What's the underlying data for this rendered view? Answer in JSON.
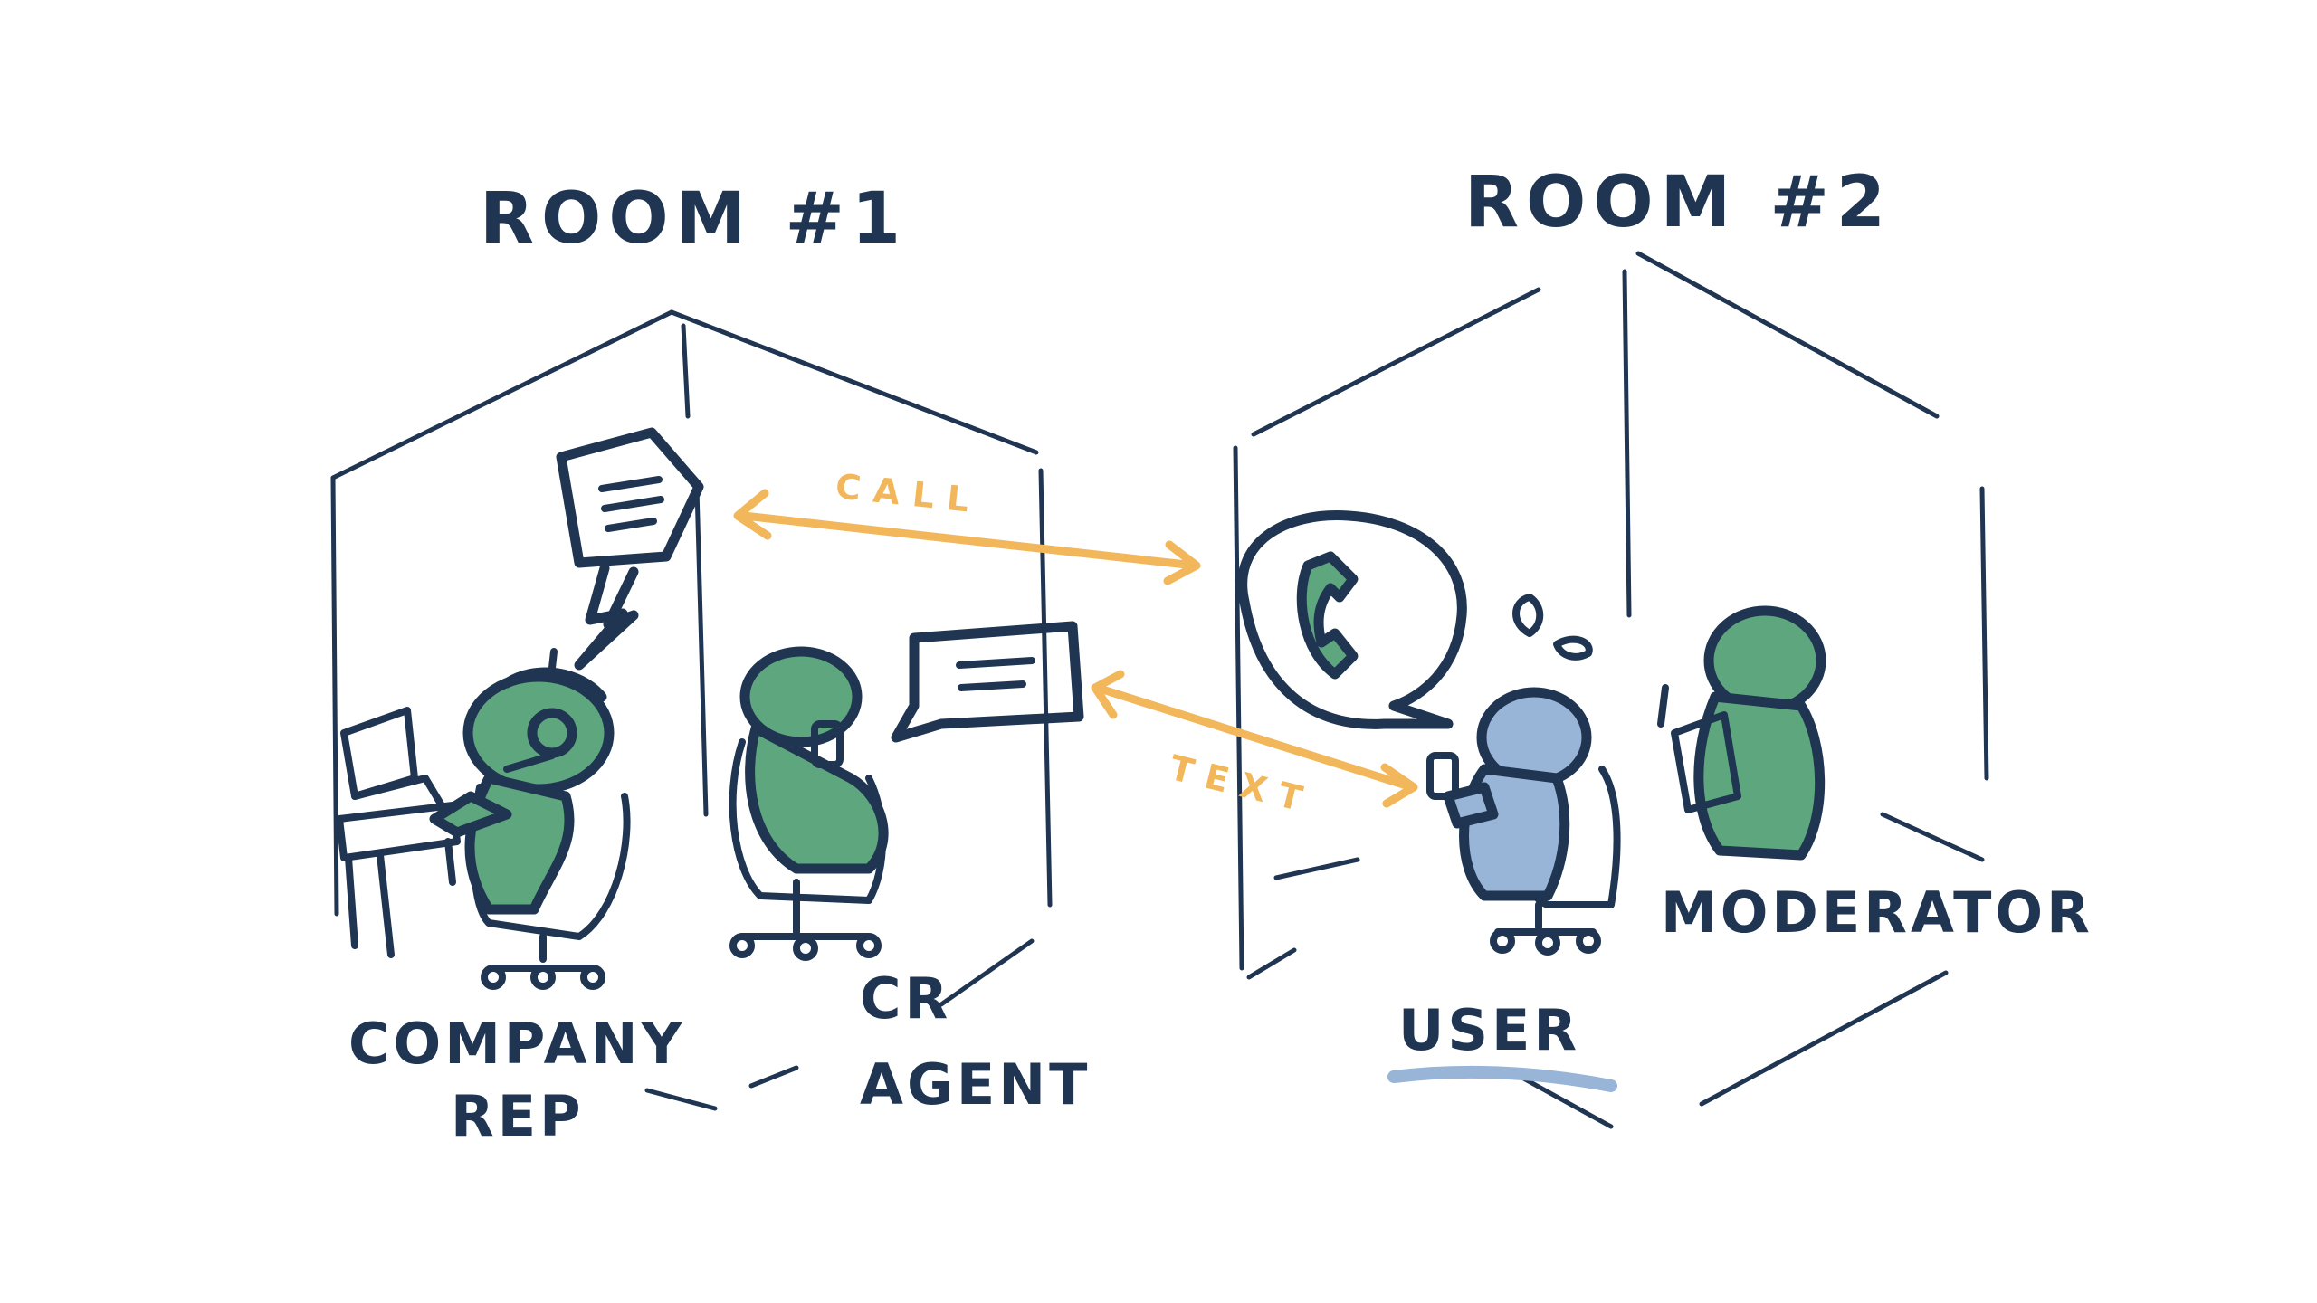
{
  "rooms": [
    {
      "title": "ROOM #1"
    },
    {
      "title": "ROOM #2"
    }
  ],
  "people": {
    "company_rep": {
      "line1": "COMPANY",
      "line2": "REP",
      "icon": "headset-person",
      "color": "#5ea67d"
    },
    "cr_agent": {
      "line1": "CR",
      "line2": "AGENT",
      "icon": "phone-person",
      "color": "#5ea67d"
    },
    "user": {
      "label": "USER",
      "icon": "phone-person",
      "color": "#98b4d6",
      "highlight": "#98b4d6"
    },
    "moderator": {
      "label": "MODERATOR",
      "icon": "reading-person",
      "color": "#5ea67d"
    }
  },
  "connections": [
    {
      "label": "CALL",
      "from": "company_rep",
      "to": "user",
      "color": "#f2b75b"
    },
    {
      "label": "TEXT",
      "from": "cr_agent",
      "to": "user",
      "color": "#f2b75b"
    }
  ],
  "icons": [
    "speech-bubble-icon",
    "lightning-icon",
    "chat-bubble-icon",
    "phone-bubble-icon",
    "sweat-drops-icon",
    "laptop-icon",
    "office-chair-icon",
    "desk-icon",
    "notepad-icon"
  ],
  "colors": {
    "ink": "#1f3552",
    "green": "#5ea67d",
    "blue": "#98b4d6",
    "accent": "#f2b75b"
  }
}
